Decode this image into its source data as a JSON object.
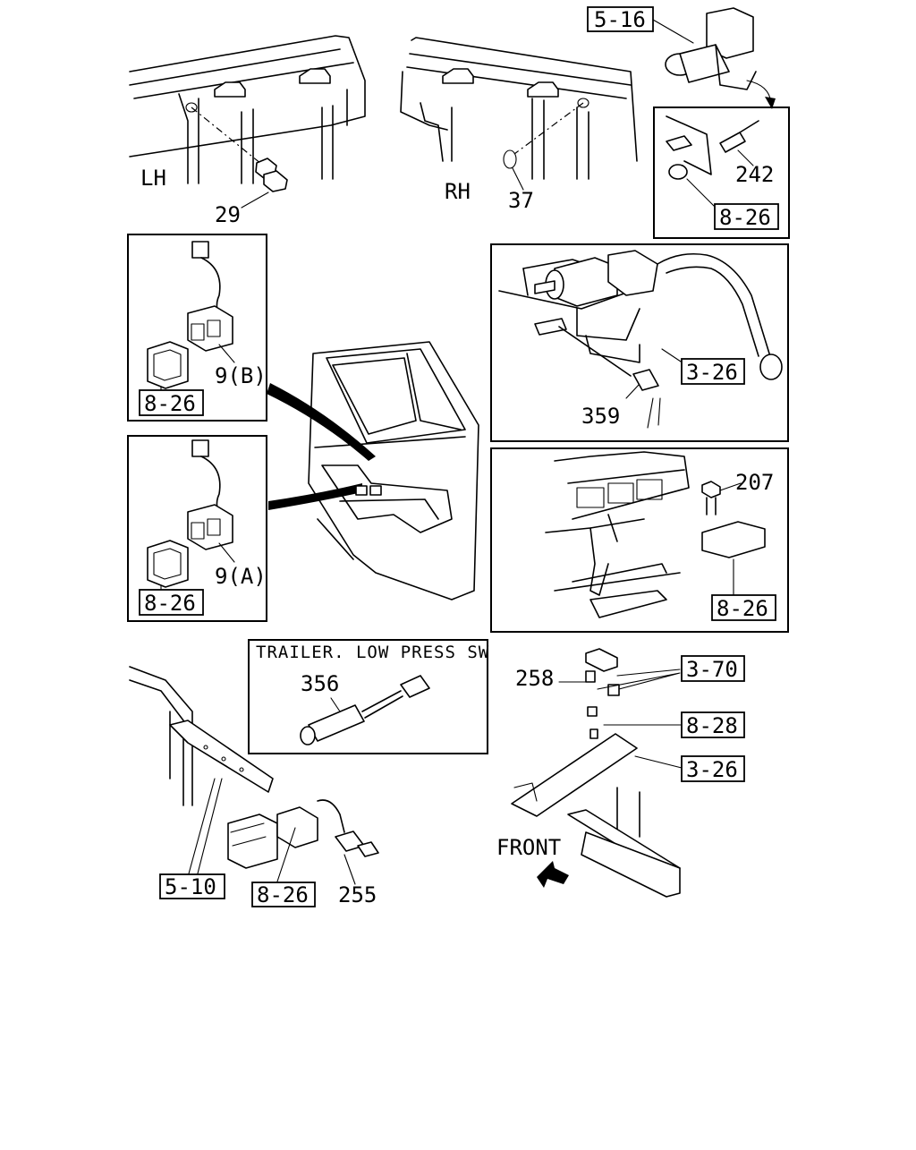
{
  "diagram": {
    "side_labels": {
      "left": "LH",
      "right": "RH"
    },
    "inset_title": "TRAILER. LOW PRESS SW",
    "front_label": "FRONT",
    "refs": {
      "r_5_16": "5-16",
      "r_8_26_top": "8-26",
      "r_8_26_b": "8-26",
      "r_8_26_a": "8-26",
      "r_3_26_top": "3-26",
      "r_8_26_mid": "8-26",
      "r_3_70": "3-70",
      "r_8_28": "8-28",
      "r_3_26_bot": "3-26",
      "r_5_10": "5-10",
      "r_8_26_bot": "8-26"
    },
    "parts": {
      "p29": "29",
      "p37": "37",
      "p242": "242",
      "p9b": "9(B)",
      "p9a": "9(A)",
      "p359": "359",
      "p207": "207",
      "p356": "356",
      "p258": "258",
      "p255": "255"
    }
  }
}
